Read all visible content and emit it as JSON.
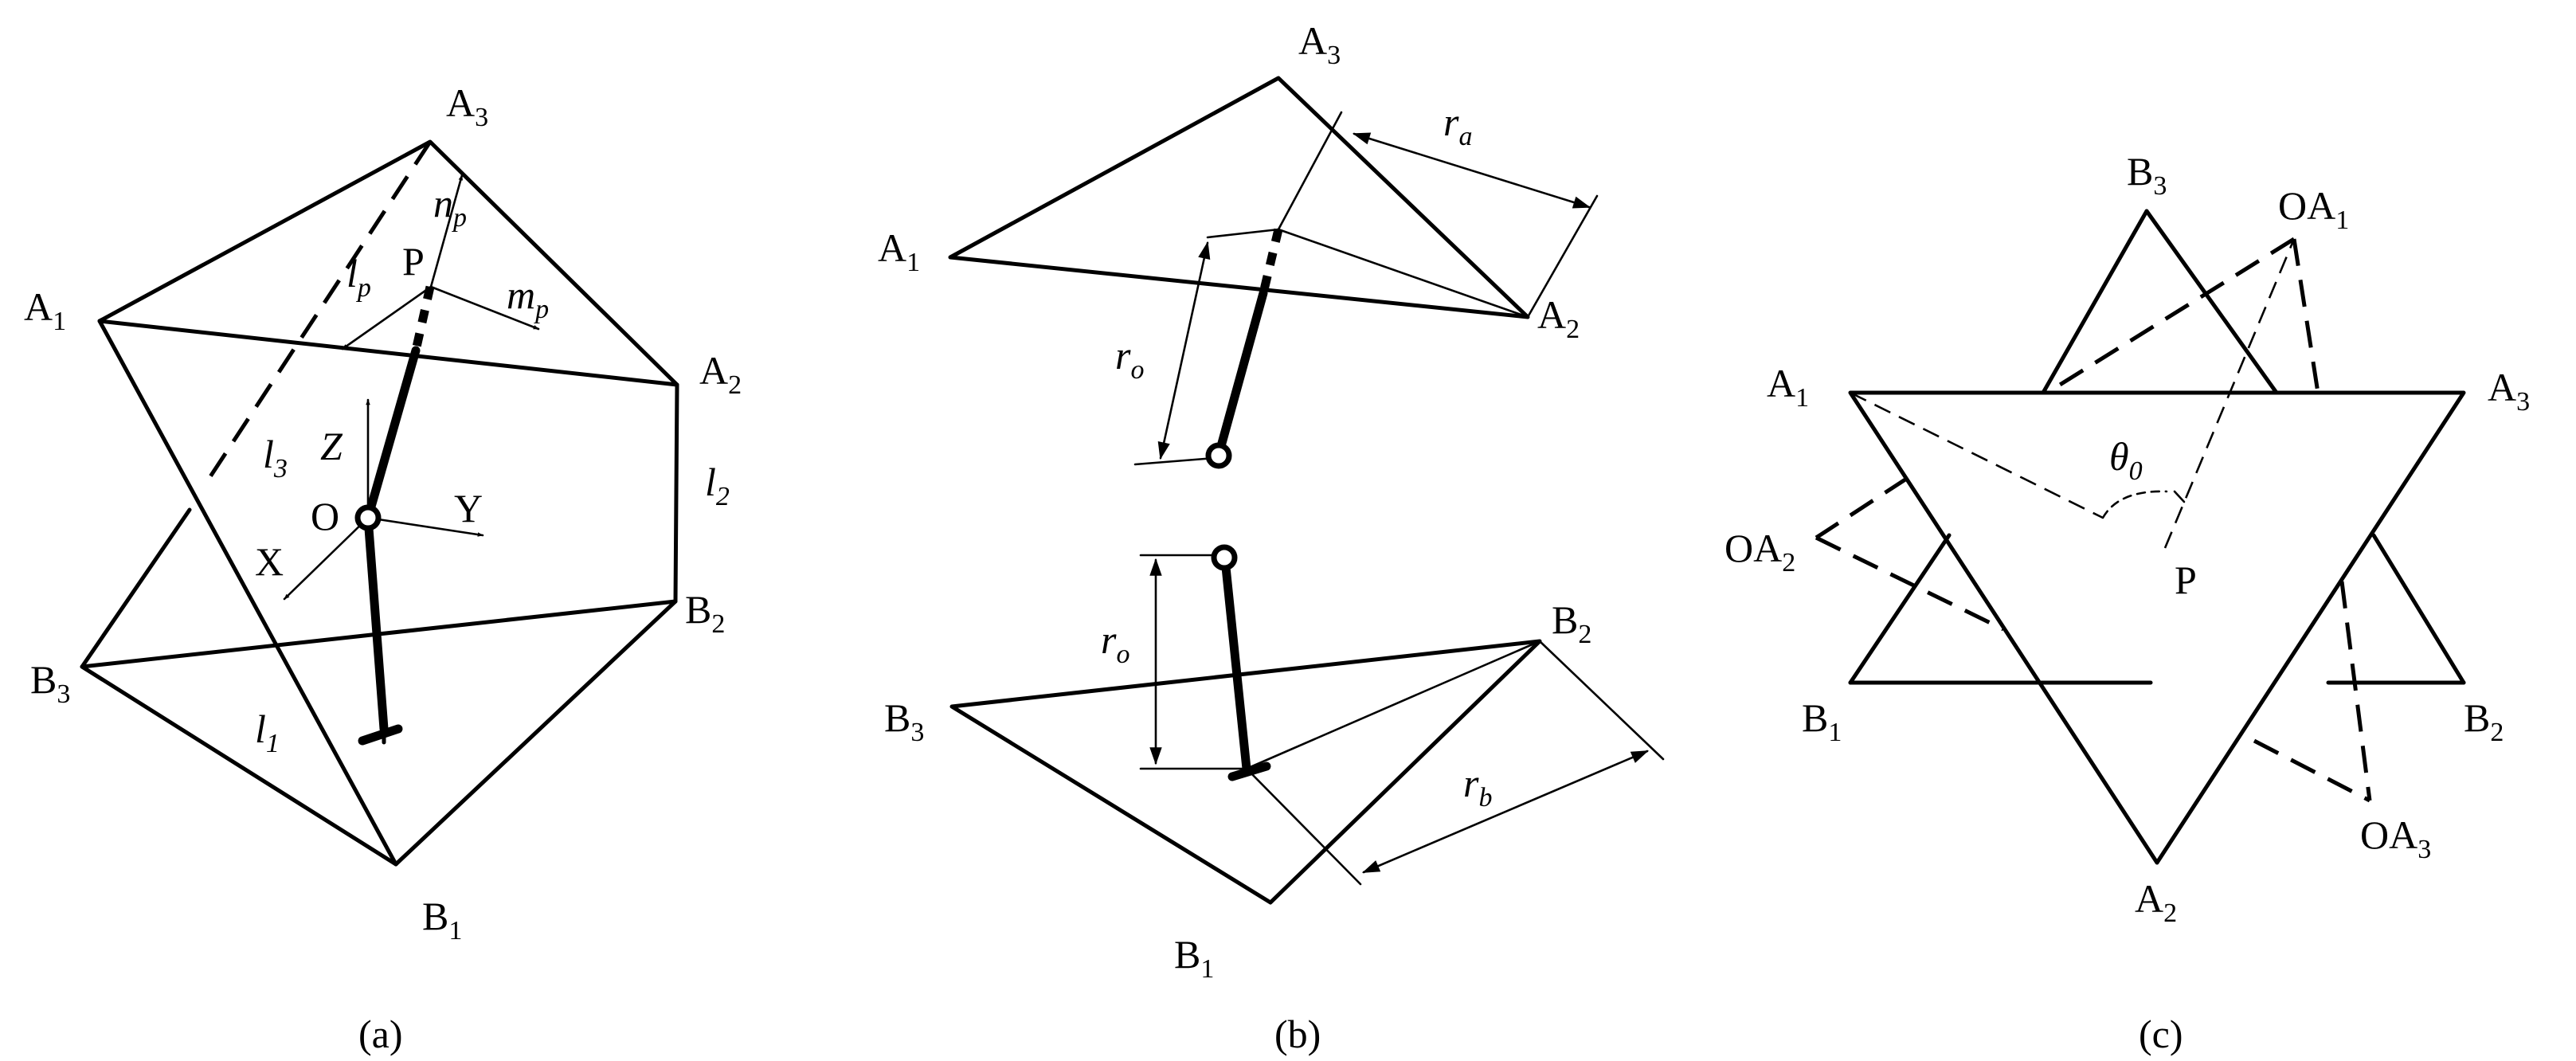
{
  "panel_a": {
    "caption": "(a)",
    "points": {
      "A1": [
        "A",
        "1"
      ],
      "A2": [
        "A",
        "2"
      ],
      "A3": [
        "A",
        "3"
      ],
      "B1": [
        "B",
        "1"
      ],
      "B2": [
        "B",
        "2"
      ],
      "B3": [
        "B",
        "3"
      ],
      "P": "P",
      "O": "O"
    },
    "vectors": {
      "n": [
        "n",
        "p"
      ],
      "l": [
        "l",
        "p"
      ],
      "m": [
        "m",
        "p"
      ]
    },
    "axes": {
      "x": "X",
      "y": "Y",
      "z": "Z"
    },
    "legs": {
      "l1": [
        "l",
        "1"
      ],
      "l2": [
        "l",
        "2"
      ],
      "l3": [
        "l",
        "3"
      ]
    }
  },
  "panel_b": {
    "caption": "(b)",
    "points": {
      "A1": [
        "A",
        "1"
      ],
      "A2": [
        "A",
        "2"
      ],
      "A3": [
        "A",
        "3"
      ],
      "B1": [
        "B",
        "1"
      ],
      "B2": [
        "B",
        "2"
      ],
      "B3": [
        "B",
        "3"
      ]
    },
    "dims": {
      "ra": [
        "r",
        "a"
      ],
      "ro": [
        "r",
        "o"
      ],
      "rb": [
        "r",
        "b"
      ]
    }
  },
  "panel_c": {
    "caption": "(c)",
    "points": {
      "A1": [
        "A",
        "1"
      ],
      "A2": [
        "A",
        "2"
      ],
      "A3": [
        "A",
        "3"
      ],
      "B1": [
        "B",
        "1"
      ],
      "B2": [
        "B",
        "2"
      ],
      "B3": [
        "B",
        "3"
      ],
      "OA1": [
        "OA",
        "1"
      ],
      "OA2": [
        "OA",
        "2"
      ],
      "OA3": [
        "OA",
        "3"
      ],
      "P": "P"
    },
    "angle": [
      "θ",
      "0"
    ]
  }
}
